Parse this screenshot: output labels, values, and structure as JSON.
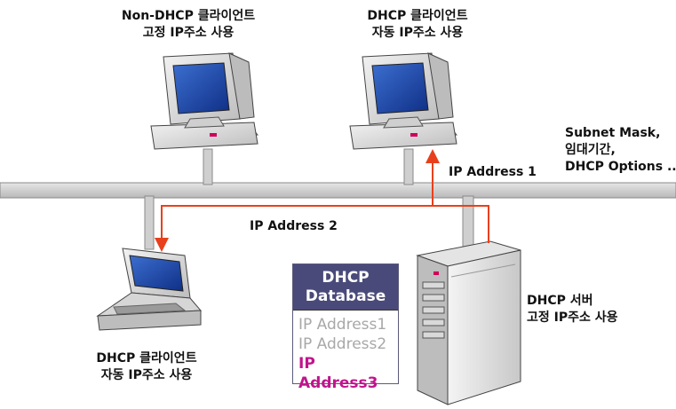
{
  "nodes": {
    "static_client": {
      "line1": "Non-DHCP 클라이언트",
      "line2": "고정 IP주소 사용"
    },
    "dhcp_client_top": {
      "line1": "DHCP 클라이언트",
      "line2": "자동 IP주소 사용"
    },
    "dhcp_client_laptop": {
      "line1": "DHCP 클라이언트",
      "line2": "자동 IP주소 사용"
    },
    "dhcp_server": {
      "line1": "DHCP 서버",
      "line2": "고정 IP주소 사용"
    }
  },
  "options": {
    "line1": "Subnet Mask,",
    "line2": "임대기간,",
    "line3": "DHCP Options .."
  },
  "flows": {
    "ip1": "IP Address 1",
    "ip2": "IP Address 2"
  },
  "database": {
    "title_line1": "DHCP",
    "title_line2": "Database",
    "entries": [
      "IP Address1",
      "IP Address2",
      "IP Address3"
    ]
  },
  "colors": {
    "arrow": "#e8401c",
    "db_header": "#4a4a7a",
    "highlight": "#c0148c",
    "network_bus": "#cfcfcf"
  }
}
